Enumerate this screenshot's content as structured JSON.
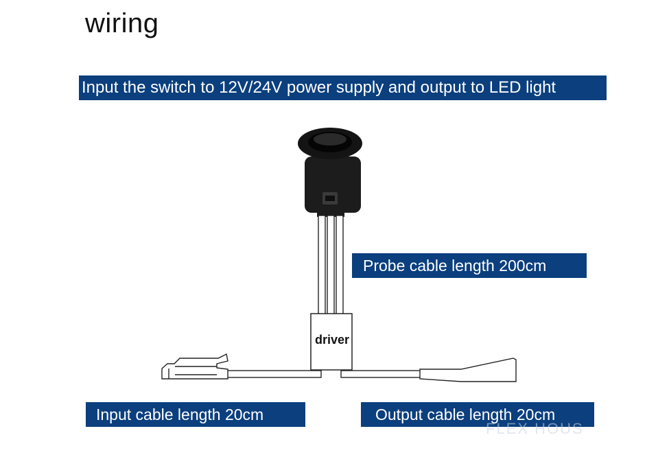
{
  "title": "wiring",
  "labels": {
    "top": "Input the switch to 12V/24V power supply and output to LED light",
    "probe": "Probe cable length 200cm",
    "input": "Input cable length 20cm",
    "output": "Output cable length 20cm",
    "driver": "driver"
  },
  "watermark": "FLEX HOUS",
  "colors": {
    "label_bg": "#0b3f7e",
    "label_text": "#ffffff",
    "sensor_body": "#1a1a1a"
  }
}
